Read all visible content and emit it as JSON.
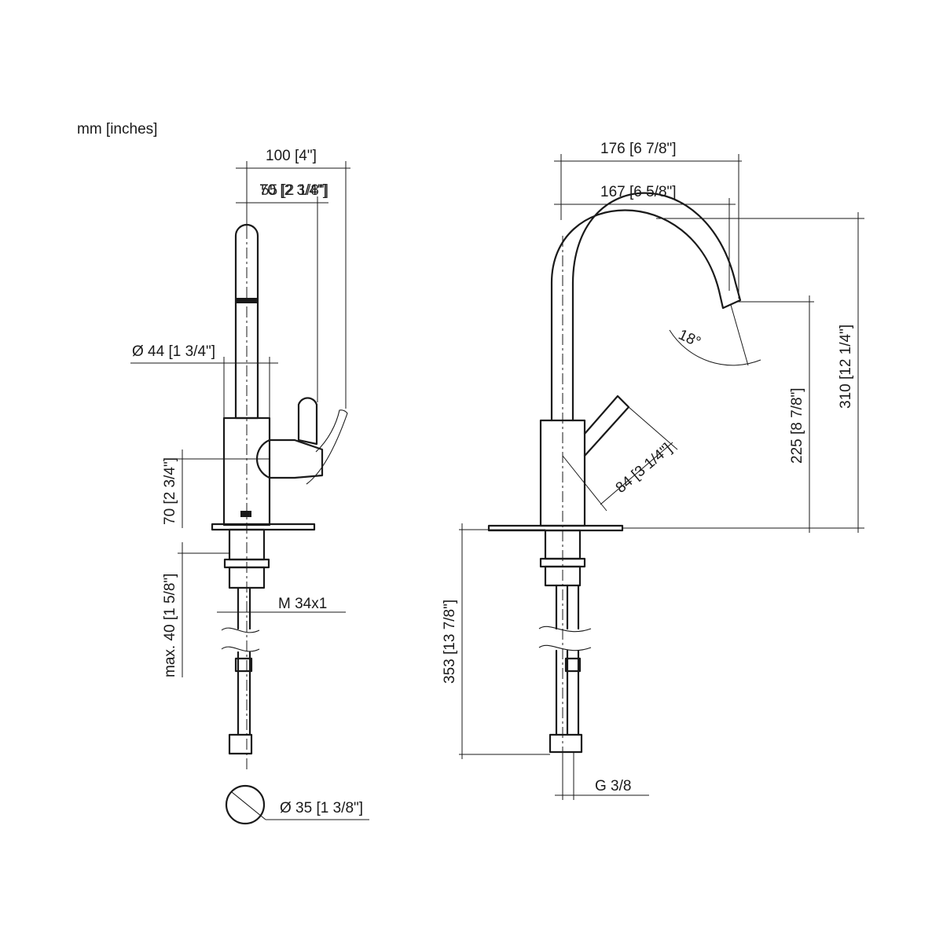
{
  "units_label": "mm [inches]",
  "side_view": {
    "dim_width_overall": "100 [4\"]",
    "dim_handle_offset": "70 [2 3/4\"]",
    "dim_width_partial": "55 [2 1/8\"]",
    "dim_body_diameter": "Ø 44 [1 3/4\"]",
    "dim_body_height": "70 [2 3/4\"]",
    "dim_thread_length": "max. 40 [1 5/8\"]",
    "thread_label": "M 34x1",
    "dim_hole_diameter": "Ø 35 [1 3/8\"]"
  },
  "front_view": {
    "dim_reach_outer": "176 [6 7/8\"]",
    "dim_reach_inner": "167 [6 5/8\"]",
    "spout_angle": "18°",
    "dim_total_height": "310 [12 1/4\"]",
    "dim_spout_height": "225 [8 7/8\"]",
    "dim_handle_length": "84 [3 1/4\"]",
    "dim_hose_length": "353 [13 7/8\"]",
    "connection_label": "G 3/8"
  }
}
